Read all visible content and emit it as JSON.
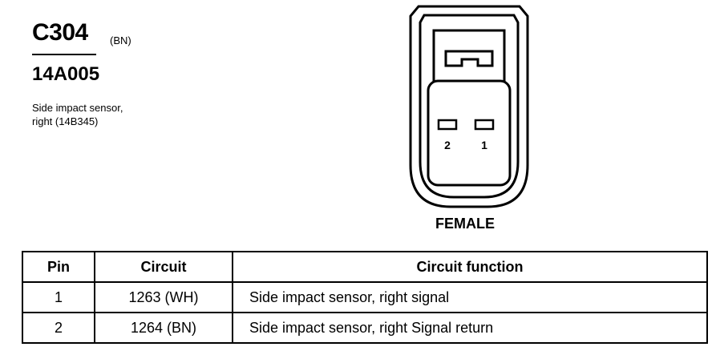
{
  "header": {
    "connector_id": "C304",
    "connector_color": "(BN)",
    "part_number": "14A005",
    "description_lines": [
      "Side impact sensor,",
      "right (14B345)"
    ]
  },
  "diagram": {
    "pin_labels": [
      "2",
      "1"
    ],
    "gender": "FEMALE"
  },
  "table": {
    "headers": [
      "Pin",
      "Circuit",
      "Circuit function"
    ],
    "rows": [
      [
        "1",
        "1263 (WH)",
        "Side impact sensor, right  signal"
      ],
      [
        "2",
        "1264 (BN)",
        "Side impact sensor, right  Signal return"
      ]
    ]
  }
}
